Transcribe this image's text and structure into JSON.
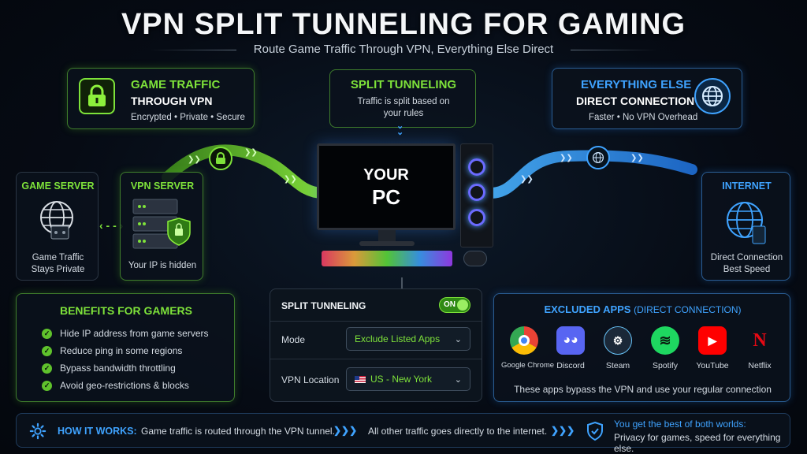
{
  "header": {
    "title": "VPN SPLIT TUNNELING FOR GAMING",
    "subtitle": "Route Game Traffic Through VPN, Everything Else Direct"
  },
  "game_traffic": {
    "heading": "GAME TRAFFIC",
    "subheading": "THROUGH VPN",
    "tags": "Encrypted • Private • Secure"
  },
  "split_tunneling": {
    "heading": "SPLIT TUNNELING",
    "desc_line1": "Traffic is split based on",
    "desc_line2": "your rules"
  },
  "everything_else": {
    "heading": "EVERYTHING ELSE",
    "subheading": "DIRECT CONNECTION",
    "tags": "Faster • No VPN Overhead"
  },
  "pc": {
    "line1": "YOUR",
    "line2": "PC"
  },
  "game_server": {
    "heading": "GAME SERVER",
    "desc_line1": "Game Traffic",
    "desc_line2": "Stays Private"
  },
  "vpn_server": {
    "heading": "VPN SERVER",
    "desc": "Your IP is hidden"
  },
  "internet": {
    "heading": "INTERNET",
    "desc_line1": "Direct Connection",
    "desc_line2": "Best Speed"
  },
  "benefits": {
    "heading": "BENEFITS FOR GAMERS",
    "items": [
      "Hide IP address from game servers",
      "Reduce ping in some regions",
      "Bypass bandwidth throttling",
      "Avoid geo-restrictions & blocks"
    ]
  },
  "settings": {
    "heading": "SPLIT TUNNELING",
    "toggle_label": "ON",
    "toggle_on": true,
    "mode_label": "Mode",
    "mode_value": "Exclude Listed Apps",
    "location_label": "VPN Location",
    "location_value": "US - New York"
  },
  "excluded": {
    "heading": "EXCLUDED APPS",
    "heading_note": "(DIRECT CONNECTION)",
    "apps": [
      "Google Chrome",
      "Discord",
      "Steam",
      "Spotify",
      "YouTube",
      "Netflix"
    ],
    "footer": "These apps bypass the VPN and use your regular connection"
  },
  "how": {
    "label": "HOW IT WORKS:",
    "step1": "Game traffic is routed through the VPN tunnel.",
    "step2": "All other traffic goes directly to the internet.",
    "best_line1": "You get the best of both worlds:",
    "best_line2": "Privacy for games, speed for everything else."
  },
  "colors": {
    "vpn": "#7ee23a",
    "direct": "#3fa3ff"
  }
}
